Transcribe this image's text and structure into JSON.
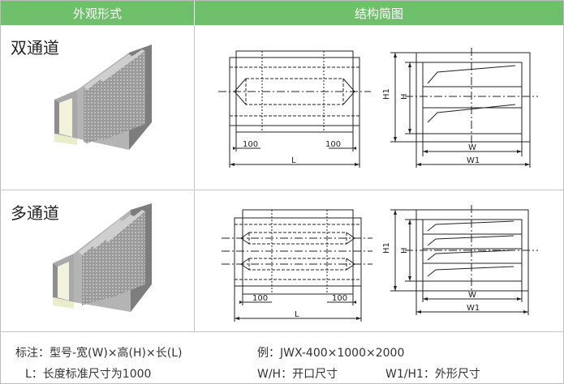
{
  "header": {
    "col_appearance": "外观形式",
    "col_structure": "结构简图"
  },
  "rows": [
    {
      "label": "双通道",
      "dims": {
        "left_100": "100",
        "right_100": "100",
        "L": "L",
        "H1": "H1",
        "H": "H",
        "W": "W",
        "W1": "W1"
      }
    },
    {
      "label": "多通道",
      "dims": {
        "left_100": "100",
        "right_100": "100",
        "L": "L",
        "H1": "H1",
        "H": "H",
        "W": "W",
        "W1": "W1"
      }
    }
  ],
  "notes": {
    "line1_left": "标注：型号-宽(W)×高(H)×长(L)",
    "line1_right": "例：JWX-400×1000×2000",
    "line2_left": "L：长度标准尺寸为1000",
    "line2_mid": "W/H：开口尺寸",
    "line2_right": "W1/H1：外形尺寸"
  },
  "colors": {
    "header_bg": "#6ec06b",
    "grid": "#c8c8c8",
    "metal": "#8c8c8c"
  }
}
